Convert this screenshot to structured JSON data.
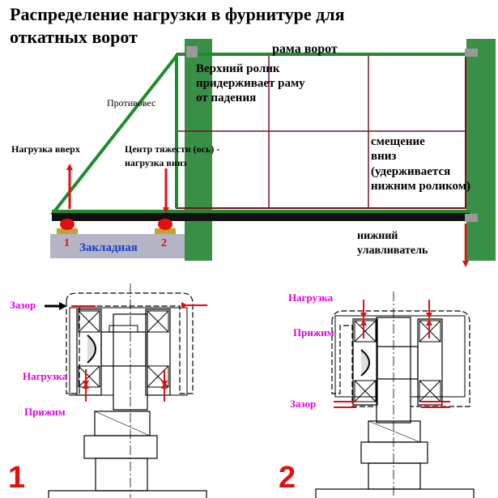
{
  "title": {
    "line1": "Распределение нагрузки в фурнитуре для",
    "line2": "откатных ворот"
  },
  "top_diagram": {
    "frame_label": "рама ворот",
    "upper_roller_note": [
      "Верхний ролик",
      "придерживает раму",
      "от падения"
    ],
    "counterweight_label": "Противовес",
    "load_up_label": "Нагрузка вверх",
    "center_gravity_label": [
      "Центр тяжести (ось) -",
      "нагрузка вниз"
    ],
    "offset_note": [
      "смещение",
      "вниз",
      "(удерживается",
      "нижним роликом)"
    ],
    "lower_catcher_label": [
      "нижний",
      "улавливатель"
    ],
    "embedded_label": "Закладная",
    "roller_1": "1",
    "roller_2": "2"
  },
  "detail_1": {
    "number": "1",
    "gap_label": "Зазор",
    "load_label": "Нагрузка",
    "press_label": "Прижим"
  },
  "detail_2": {
    "number": "2",
    "load_label": "Нагрузка",
    "press_label": "Прижим",
    "gap_label": "Зазор"
  },
  "colors": {
    "post_green": "#3a8f47",
    "frame_green": "#1e8c2e",
    "frame_brown": "#7a1020",
    "arrow_red": "#e01010",
    "label_magenta": "#e000e0",
    "embed_gray": "#b4b4c4",
    "embed_blue": "#1a3ccf"
  }
}
